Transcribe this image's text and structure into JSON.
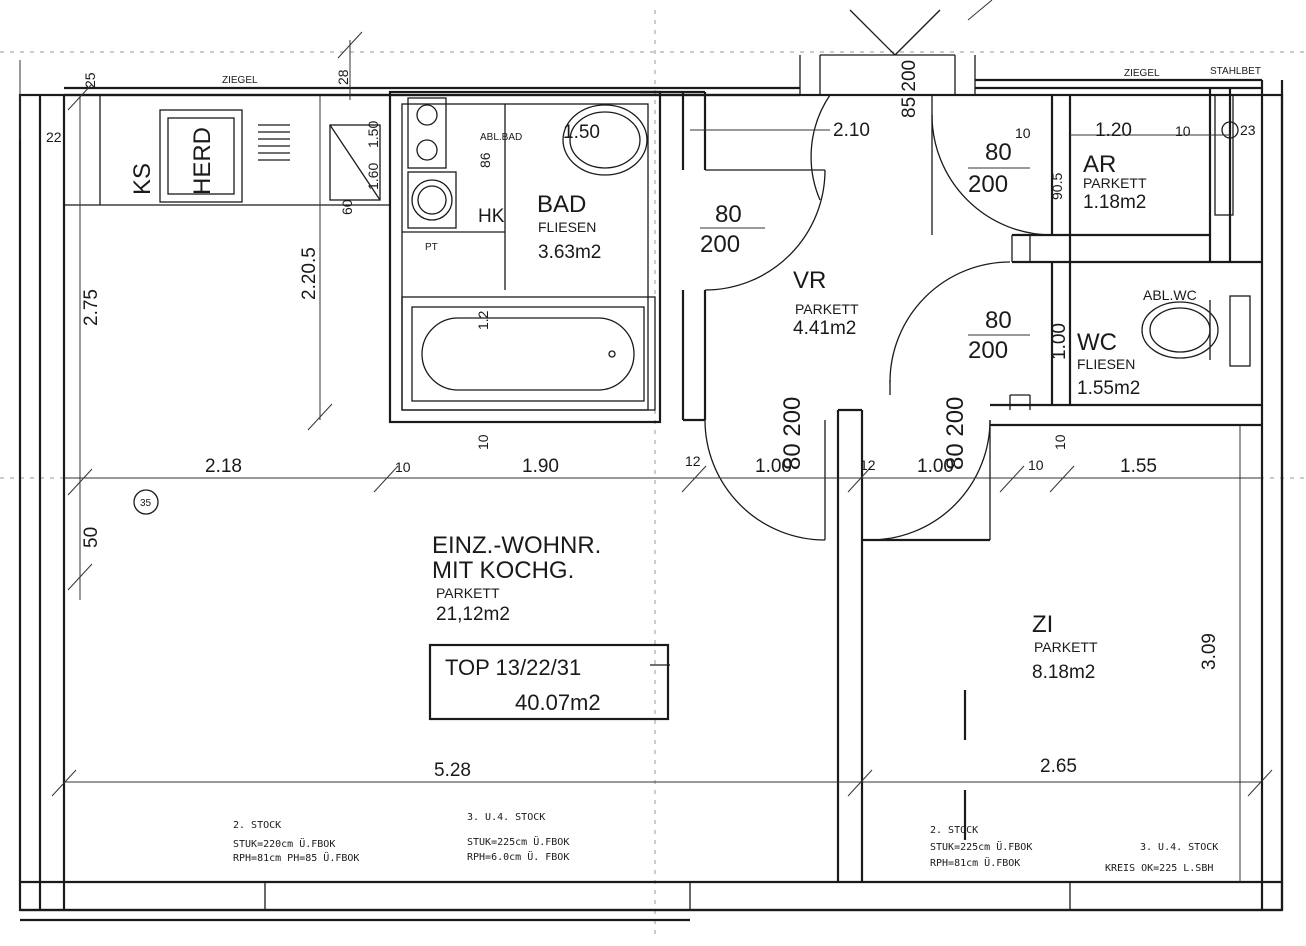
{
  "rooms": {
    "main": {
      "name1": "EINZ.-WOHNR.",
      "name2": "MIT KOCHG.",
      "floor": "PARKETT",
      "area": "21,12m2"
    },
    "bad": {
      "name": "BAD",
      "floor": "FLIESEN",
      "area": "3.63m2"
    },
    "vr": {
      "name": "VR",
      "floor": "PARKETT",
      "area": "4.41m2"
    },
    "ar": {
      "name": "AR",
      "floor": "PARKETT",
      "area": "1.18m2"
    },
    "wc": {
      "name": "WC",
      "floor": "FLIESEN",
      "area": "1.55m2"
    },
    "zi": {
      "name": "ZI",
      "floor": "PARKETT",
      "area": "8.18m2"
    }
  },
  "top_box": {
    "line1": "TOP 13/22/31",
    "line2": "40.07m2"
  },
  "fixtures": {
    "ks": "KS",
    "herd": "HERD",
    "pt": "PT",
    "hk": "HK",
    "abl_wc": "ABL.WC",
    "abl_bad": "ABL.BAD",
    "ziegel_left": "ZIEGEL",
    "ziegel_right": "ZIEGEL",
    "stahlbet": "STAHLBET",
    "circle_mark": "35"
  },
  "doors": {
    "bad": {
      "w": "80",
      "h": "200"
    },
    "ar": {
      "w": "80",
      "h": "200"
    },
    "wc": {
      "w": "80",
      "h": "200"
    },
    "entry": "80 200",
    "zi_door": "80 200",
    "entry_main": "85 200"
  },
  "dims": {
    "d_2_18": "2.18",
    "d_1_90": "1.90",
    "d_1_00a": "1.00",
    "d_1_00b": "1.00",
    "d_1_55": "1.55",
    "d_5_28": "5.28",
    "d_2_65": "2.65",
    "d_2_75": "2.75",
    "d_2_20_5": "2.20.5",
    "d_3_09": "3.09",
    "d_50": "50",
    "d_25": "25",
    "d_22": "22",
    "d_28": "28",
    "d_10a": "10",
    "d_10b": "10",
    "d_10c": "10",
    "d_10d": "10",
    "d_10e": "10",
    "d_10f": "10",
    "d_12": "12",
    "d_12b": "12",
    "d_2_10": "2.10",
    "d_1_20": "1.20",
    "d_1_50": "1.50",
    "d_1_00v": "1.00",
    "d_90_5": "90.5",
    "d_1_2": "1.2",
    "d_23": "23",
    "d_60": "60",
    "d_86": "86",
    "d_1_60": "1.60",
    "d_1_50b": "1.50"
  },
  "notes": {
    "left": {
      "title": "2. STOCK",
      "l1": "STUK=220cm Ü.FBOK",
      "l2": "RPH=81cm PH=85 Ü.FBOK"
    },
    "mid": {
      "title": "3. U.4. STOCK",
      "l1": "STUK=225cm Ü.FBOK",
      "l2": "RPH=6.0cm Ü. FBOK"
    },
    "right": {
      "title": "2. STOCK",
      "l1": "STUK=225cm Ü.FBOK",
      "l2": "RPH=81cm Ü.FBOK",
      "t2": "3. U.4. STOCK",
      "l3": "KREIS OK=225 L.SBH"
    }
  }
}
